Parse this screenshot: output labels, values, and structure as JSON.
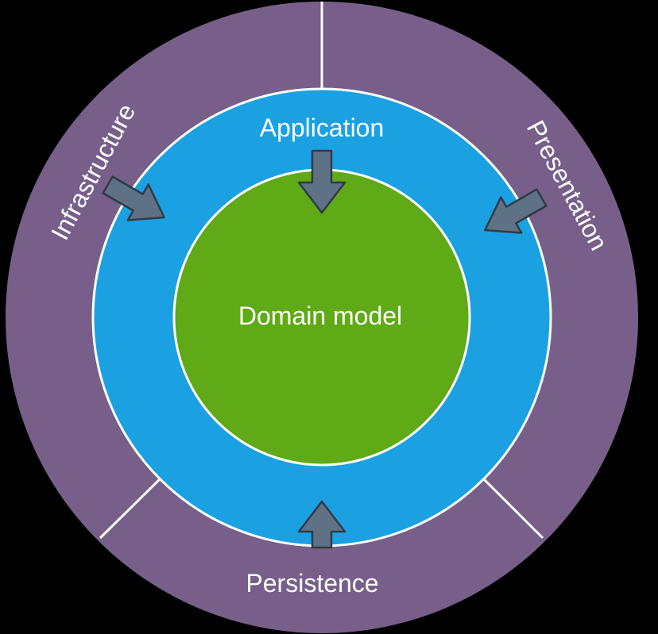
{
  "diagram": {
    "layers": {
      "outer": {
        "segments": {
          "infrastructure": "Infrastructure",
          "presentation": "Presentation",
          "persistence": "Persistence"
        },
        "color": "#775f8a"
      },
      "middle": {
        "label": "Application",
        "color": "#1ba1e2"
      },
      "core": {
        "label": "Domain model",
        "color": "#60a917"
      }
    },
    "divider_color": "#ffffff",
    "arrow_color": "#5f7285",
    "arrow_outline_color": "#2f3b47",
    "text_color": "#ffffff"
  }
}
